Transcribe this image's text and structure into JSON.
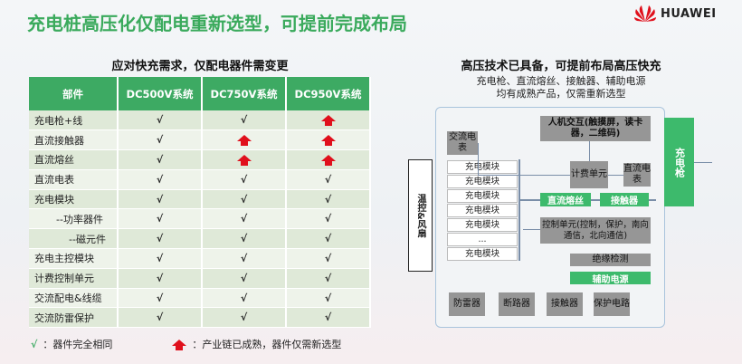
{
  "title": "充电桩高压化仅配电重新选型，可提前完成布局",
  "brand": "HUAWEI",
  "left": {
    "subtitle": "应对快充需求，仅配电器件需变更",
    "headers": [
      "部件",
      "DC500V系统",
      "DC750V系统",
      "DC950V系统"
    ],
    "rows": [
      [
        "充电枪+线",
        "√",
        "√",
        "up"
      ],
      [
        "直流接触器",
        "√",
        "up",
        "up"
      ],
      [
        "直流熔丝",
        "√",
        "up",
        "up"
      ],
      [
        "直流电表",
        "√",
        "√",
        "√"
      ],
      [
        "充电模块",
        "√",
        "√",
        "√"
      ],
      [
        "--功率器件",
        "√",
        "√",
        "√"
      ],
      [
        "--磁元件",
        "√",
        "√",
        "√"
      ],
      [
        "充电主控模块",
        "√",
        "√",
        "√"
      ],
      [
        "计费控制单元",
        "√",
        "√",
        "√"
      ],
      [
        "交流配电&线缆",
        "√",
        "√",
        "√"
      ],
      [
        "交流防雷保护",
        "√",
        "√",
        "√"
      ]
    ],
    "legend_check_symbol": "√",
    "legend_check": "：器件完全相同",
    "legend_up": "：产业链已成熟，器件仅需新选型"
  },
  "right": {
    "subtitle": "高压技术已具备，可提前布局高压快充",
    "desc1": "充电枪、直流熔丝、接触器、辅助电源",
    "desc2": "均有成熟产品，仅需重新选型",
    "thermal": "温控&风扇",
    "ac_meter": "交流电表",
    "hmi": "人机交互(触摸屏，读卡器，二维码)",
    "billing": "计费单元",
    "dc_meter": "直流电表",
    "modules": [
      "充电模块",
      "充电模块",
      "充电模块",
      "充电模块",
      "充电模块",
      "...",
      "充电模块"
    ],
    "fuse": "直流熔丝",
    "contactor": "接触器",
    "control": "控制单元(控制，保护，南向通信，北向通信)",
    "insulation": "绝缘检测",
    "aux_power": "辅助电源",
    "gun": "充电枪",
    "bottom": [
      "防雷器",
      "断路器",
      "接触器",
      "保护电路"
    ]
  },
  "colors": {
    "green": "#3daa63",
    "red": "#e0101c"
  }
}
